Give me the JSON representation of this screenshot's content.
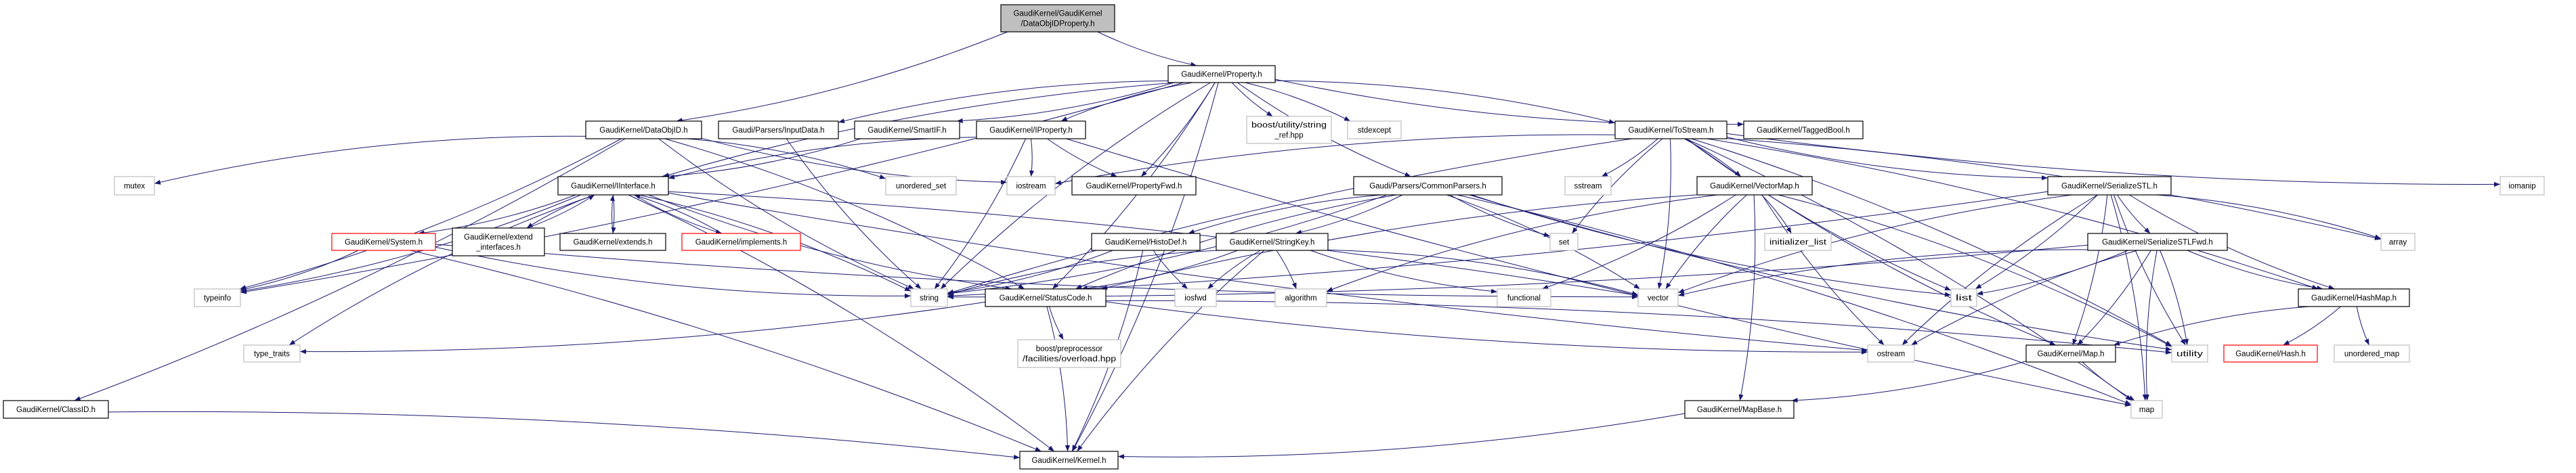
{
  "colors": {
    "edge": "#191970",
    "root_fill": "#bfbfbf",
    "documented_border": "#000000",
    "system_border": "#bfbfbf",
    "incomplete_border": "#ff0000",
    "background": "#ffffff"
  },
  "nodes": [
    {
      "id": "root",
      "lines": [
        "GaudiKernel/GaudiKernel",
        "/DataObjIDProperty.h"
      ],
      "kind": "root"
    },
    {
      "id": "property",
      "lines": [
        "GaudiKernel/Property.h"
      ],
      "kind": "documented"
    },
    {
      "id": "dataobjid",
      "lines": [
        "GaudiKernel/DataObjID.h"
      ],
      "kind": "documented"
    },
    {
      "id": "inputdata",
      "lines": [
        "Gaudi/Parsers/InputData.h"
      ],
      "kind": "documented"
    },
    {
      "id": "smartif",
      "lines": [
        "GaudiKernel/SmartIF.h"
      ],
      "kind": "documented"
    },
    {
      "id": "iproperty",
      "lines": [
        "GaudiKernel/IProperty.h"
      ],
      "kind": "documented"
    },
    {
      "id": "stringref",
      "lines": [
        "boost/utility/string",
        "_ref.hpp"
      ],
      "kind": "system"
    },
    {
      "id": "stdexcept",
      "lines": [
        "stdexcept"
      ],
      "kind": "system"
    },
    {
      "id": "tostream",
      "lines": [
        "GaudiKernel/ToStream.h"
      ],
      "kind": "documented"
    },
    {
      "id": "taggedbool",
      "lines": [
        "GaudiKernel/TaggedBool.h"
      ],
      "kind": "documented"
    },
    {
      "id": "mutex",
      "lines": [
        "mutex"
      ],
      "kind": "system"
    },
    {
      "id": "iinterface",
      "lines": [
        "GaudiKernel/IInterface.h"
      ],
      "kind": "documented"
    },
    {
      "id": "unordered_set",
      "lines": [
        "unordered_set"
      ],
      "kind": "system"
    },
    {
      "id": "iostream",
      "lines": [
        "iostream"
      ],
      "kind": "system"
    },
    {
      "id": "propertyfwd",
      "lines": [
        "GaudiKernel/PropertyFwd.h"
      ],
      "kind": "documented"
    },
    {
      "id": "commonparsers",
      "lines": [
        "Gaudi/Parsers/CommonParsers.h"
      ],
      "kind": "documented"
    },
    {
      "id": "sstream",
      "lines": [
        "sstream"
      ],
      "kind": "system"
    },
    {
      "id": "vectormap",
      "lines": [
        "GaudiKernel/VectorMap.h"
      ],
      "kind": "documented"
    },
    {
      "id": "serializestl",
      "lines": [
        "GaudiKernel/SerializeSTL.h"
      ],
      "kind": "documented"
    },
    {
      "id": "iomanip",
      "lines": [
        "iomanip"
      ],
      "kind": "system"
    },
    {
      "id": "system",
      "lines": [
        "GaudiKernel/System.h"
      ],
      "kind": "incomplete"
    },
    {
      "id": "extend_interfaces",
      "lines": [
        "GaudiKernel/extend",
        "_interfaces.h"
      ],
      "kind": "documented"
    },
    {
      "id": "extends",
      "lines": [
        "GaudiKernel/extends.h"
      ],
      "kind": "documented"
    },
    {
      "id": "implements",
      "lines": [
        "GaudiKernel/implements.h"
      ],
      "kind": "incomplete"
    },
    {
      "id": "histodef",
      "lines": [
        "GaudiKernel/HistoDef.h"
      ],
      "kind": "documented"
    },
    {
      "id": "stringkey",
      "lines": [
        "GaudiKernel/StringKey.h"
      ],
      "kind": "documented"
    },
    {
      "id": "set",
      "lines": [
        "set"
      ],
      "kind": "system"
    },
    {
      "id": "initializer_list",
      "lines": [
        "initializer_list"
      ],
      "kind": "system"
    },
    {
      "id": "serializestlfwd",
      "lines": [
        "GaudiKernel/SerializeSTLFwd.h"
      ],
      "kind": "documented"
    },
    {
      "id": "array",
      "lines": [
        "array"
      ],
      "kind": "system"
    },
    {
      "id": "typeinfo",
      "lines": [
        "typeinfo"
      ],
      "kind": "system"
    },
    {
      "id": "string",
      "lines": [
        "string"
      ],
      "kind": "system"
    },
    {
      "id": "statuscode",
      "lines": [
        "GaudiKernel/StatusCode.h"
      ],
      "kind": "documented"
    },
    {
      "id": "iosfwd",
      "lines": [
        "iosfwd"
      ],
      "kind": "system"
    },
    {
      "id": "algorithm",
      "lines": [
        "algorithm"
      ],
      "kind": "system"
    },
    {
      "id": "functional",
      "lines": [
        "functional"
      ],
      "kind": "system"
    },
    {
      "id": "vector",
      "lines": [
        "vector"
      ],
      "kind": "system"
    },
    {
      "id": "list",
      "lines": [
        "list"
      ],
      "kind": "system"
    },
    {
      "id": "hashmap",
      "lines": [
        "GaudiKernel/HashMap.h"
      ],
      "kind": "documented"
    },
    {
      "id": "type_traits",
      "lines": [
        "type_traits"
      ],
      "kind": "system"
    },
    {
      "id": "overload",
      "lines": [
        "boost/preprocessor",
        "/facilities/overload.hpp"
      ],
      "kind": "system"
    },
    {
      "id": "ostream",
      "lines": [
        "ostream"
      ],
      "kind": "system"
    },
    {
      "id": "map_h",
      "lines": [
        "GaudiKernel/Map.h"
      ],
      "kind": "documented"
    },
    {
      "id": "utility",
      "lines": [
        "utility"
      ],
      "kind": "system"
    },
    {
      "id": "hash",
      "lines": [
        "GaudiKernel/Hash.h"
      ],
      "kind": "incomplete"
    },
    {
      "id": "unordered_map",
      "lines": [
        "unordered_map"
      ],
      "kind": "system"
    },
    {
      "id": "classid",
      "lines": [
        "GaudiKernel/ClassID.h"
      ],
      "kind": "documented"
    },
    {
      "id": "mapbase",
      "lines": [
        "GaudiKernel/MapBase.h"
      ],
      "kind": "documented"
    },
    {
      "id": "map",
      "lines": [
        "map"
      ],
      "kind": "system"
    },
    {
      "id": "kernel",
      "lines": [
        "GaudiKernel/Kernel.h"
      ],
      "kind": "documented"
    }
  ],
  "edges": [
    [
      "root",
      "dataobjid"
    ],
    [
      "root",
      "property"
    ],
    [
      "property",
      "typeinfo"
    ],
    [
      "property",
      "inputdata"
    ],
    [
      "property",
      "smartif"
    ],
    [
      "property",
      "iproperty"
    ],
    [
      "property",
      "propertyfwd"
    ],
    [
      "property",
      "stringref"
    ],
    [
      "property",
      "stdexcept"
    ],
    [
      "property",
      "commonparsers"
    ],
    [
      "property",
      "tostream"
    ],
    [
      "property",
      "taggedbool"
    ],
    [
      "property",
      "kernel"
    ],
    [
      "property",
      "string"
    ],
    [
      "property",
      "statuscode"
    ],
    [
      "property",
      "iinterface"
    ],
    [
      "dataobjid",
      "classid"
    ],
    [
      "dataobjid",
      "mutex"
    ],
    [
      "dataobjid",
      "typeinfo"
    ],
    [
      "dataobjid",
      "string"
    ],
    [
      "dataobjid",
      "unordered_set"
    ],
    [
      "dataobjid",
      "iostream"
    ],
    [
      "dataobjid",
      "statuscode"
    ],
    [
      "inputdata",
      "string"
    ],
    [
      "smartif",
      "iinterface"
    ],
    [
      "iproperty",
      "iinterface"
    ],
    [
      "iproperty",
      "iostream"
    ],
    [
      "iproperty",
      "propertyfwd"
    ],
    [
      "iproperty",
      "string"
    ],
    [
      "iproperty",
      "map"
    ],
    [
      "iinterface",
      "system"
    ],
    [
      "iinterface",
      "extend_interfaces"
    ],
    [
      "iinterface",
      "extends"
    ],
    [
      "iinterface",
      "implements"
    ],
    [
      "iinterface",
      "typeinfo"
    ],
    [
      "iinterface",
      "type_traits"
    ],
    [
      "iinterface",
      "string"
    ],
    [
      "iinterface",
      "statuscode"
    ],
    [
      "iinterface",
      "kernel"
    ],
    [
      "iinterface",
      "ostream"
    ],
    [
      "iinterface",
      "vector"
    ],
    [
      "extend_interfaces",
      "iinterface"
    ],
    [
      "extends",
      "iinterface"
    ],
    [
      "implements",
      "iinterface"
    ],
    [
      "system",
      "typeinfo"
    ],
    [
      "system",
      "string"
    ],
    [
      "system",
      "kernel"
    ],
    [
      "system",
      "vector"
    ],
    [
      "classid",
      "kernel"
    ],
    [
      "tostream",
      "iostream"
    ],
    [
      "tostream",
      "sstream"
    ],
    [
      "tostream",
      "set"
    ],
    [
      "tostream",
      "vector"
    ],
    [
      "tostream",
      "list"
    ],
    [
      "tostream",
      "vectormap"
    ],
    [
      "tostream",
      "serializestl"
    ],
    [
      "tostream",
      "hashmap"
    ],
    [
      "tostream",
      "map_h"
    ],
    [
      "tostream",
      "array"
    ],
    [
      "tostream",
      "iomanip"
    ],
    [
      "tostream",
      "map"
    ],
    [
      "tostream",
      "string"
    ],
    [
      "tostream",
      "utility"
    ],
    [
      "commonparsers",
      "histodef"
    ],
    [
      "commonparsers",
      "stringkey"
    ],
    [
      "commonparsers",
      "statuscode"
    ],
    [
      "commonparsers",
      "string"
    ],
    [
      "commonparsers",
      "set"
    ],
    [
      "commonparsers",
      "vector"
    ],
    [
      "commonparsers",
      "list"
    ],
    [
      "commonparsers",
      "map"
    ],
    [
      "commonparsers",
      "utility"
    ],
    [
      "histodef",
      "string"
    ],
    [
      "histodef",
      "iosfwd"
    ],
    [
      "histodef",
      "kernel"
    ],
    [
      "stringkey",
      "string"
    ],
    [
      "stringkey",
      "statuscode"
    ],
    [
      "stringkey",
      "iosfwd"
    ],
    [
      "stringkey",
      "algorithm"
    ],
    [
      "stringkey",
      "functional"
    ],
    [
      "stringkey",
      "vector"
    ],
    [
      "stringkey",
      "kernel"
    ],
    [
      "statuscode",
      "type_traits"
    ],
    [
      "statuscode",
      "ostream"
    ],
    [
      "statuscode",
      "utility"
    ],
    [
      "statuscode",
      "overload"
    ],
    [
      "statuscode",
      "kernel"
    ],
    [
      "vectormap",
      "vector"
    ],
    [
      "vectormap",
      "functional"
    ],
    [
      "vectormap",
      "algorithm"
    ],
    [
      "vectormap",
      "initializer_list"
    ],
    [
      "vectormap",
      "ostream"
    ],
    [
      "vectormap",
      "mapbase"
    ],
    [
      "vectormap",
      "statuscode"
    ],
    [
      "vectormap",
      "utility"
    ],
    [
      "serializestl",
      "vector"
    ],
    [
      "serializestl",
      "list"
    ],
    [
      "serializestl",
      "ostream"
    ],
    [
      "serializestl",
      "map_h"
    ],
    [
      "serializestl",
      "utility"
    ],
    [
      "serializestl",
      "array"
    ],
    [
      "serializestl",
      "hashmap"
    ],
    [
      "serializestl",
      "map"
    ],
    [
      "serializestl",
      "serializestlfwd"
    ],
    [
      "serializestl",
      "string"
    ],
    [
      "serializestlfwd",
      "vector"
    ],
    [
      "serializestlfwd",
      "list"
    ],
    [
      "serializestlfwd",
      "ostream"
    ],
    [
      "serializestlfwd",
      "map_h"
    ],
    [
      "serializestlfwd",
      "map"
    ],
    [
      "serializestlfwd",
      "utility"
    ],
    [
      "serializestlfwd",
      "hashmap"
    ],
    [
      "serializestlfwd",
      "string"
    ],
    [
      "hashmap",
      "map_h"
    ],
    [
      "hashmap",
      "hash"
    ],
    [
      "hashmap",
      "unordered_map"
    ],
    [
      "map_h",
      "mapbase"
    ],
    [
      "map_h",
      "map"
    ],
    [
      "mapbase",
      "kernel"
    ]
  ]
}
